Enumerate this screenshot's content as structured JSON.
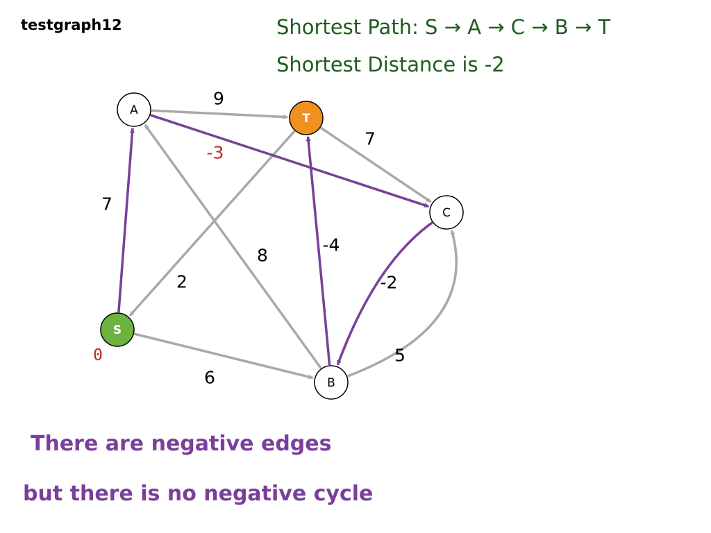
{
  "graph_name": "testgraph12",
  "shortest_path_text": "Shortest Path: S → A → C → B → T",
  "shortest_distance_text": "Shortest Distance is  -2",
  "note_line1": "There are negative edges",
  "note_line2": "but there is no negative cycle",
  "colors": {
    "edge_gray": "#a9a9a9",
    "path_purple": "#7a3f9a",
    "source_green": "#6cb33f",
    "target_orange": "#f0901e",
    "distance_red": "#c0291b",
    "result_green": "#1e5c1e"
  },
  "nodes": [
    {
      "id": "A",
      "label": "A",
      "role": "normal"
    },
    {
      "id": "T",
      "label": "T",
      "role": "target"
    },
    {
      "id": "C",
      "label": "C",
      "role": "normal"
    },
    {
      "id": "S",
      "label": "S",
      "role": "source"
    },
    {
      "id": "B",
      "label": "B",
      "role": "normal"
    }
  ],
  "edges": [
    {
      "from": "A",
      "to": "T",
      "weight": "9",
      "on_path": false
    },
    {
      "from": "A",
      "to": "C",
      "weight": "-3",
      "on_path": true,
      "label_color": "red"
    },
    {
      "from": "T",
      "to": "C",
      "weight": "7",
      "on_path": false
    },
    {
      "from": "T",
      "to": "S",
      "weight": "2",
      "on_path": false
    },
    {
      "from": "S",
      "to": "A",
      "weight": "7",
      "on_path": true
    },
    {
      "from": "B",
      "to": "A",
      "weight": "8",
      "on_path": false
    },
    {
      "from": "B",
      "to": "T",
      "weight": "-4",
      "on_path": true
    },
    {
      "from": "C",
      "to": "B",
      "weight": "-2",
      "on_path": true
    },
    {
      "from": "S",
      "to": "B",
      "weight": "6",
      "on_path": false
    },
    {
      "from": "B",
      "to": "C",
      "weight": "5",
      "on_path": false
    }
  ],
  "source_distance_label": "0"
}
